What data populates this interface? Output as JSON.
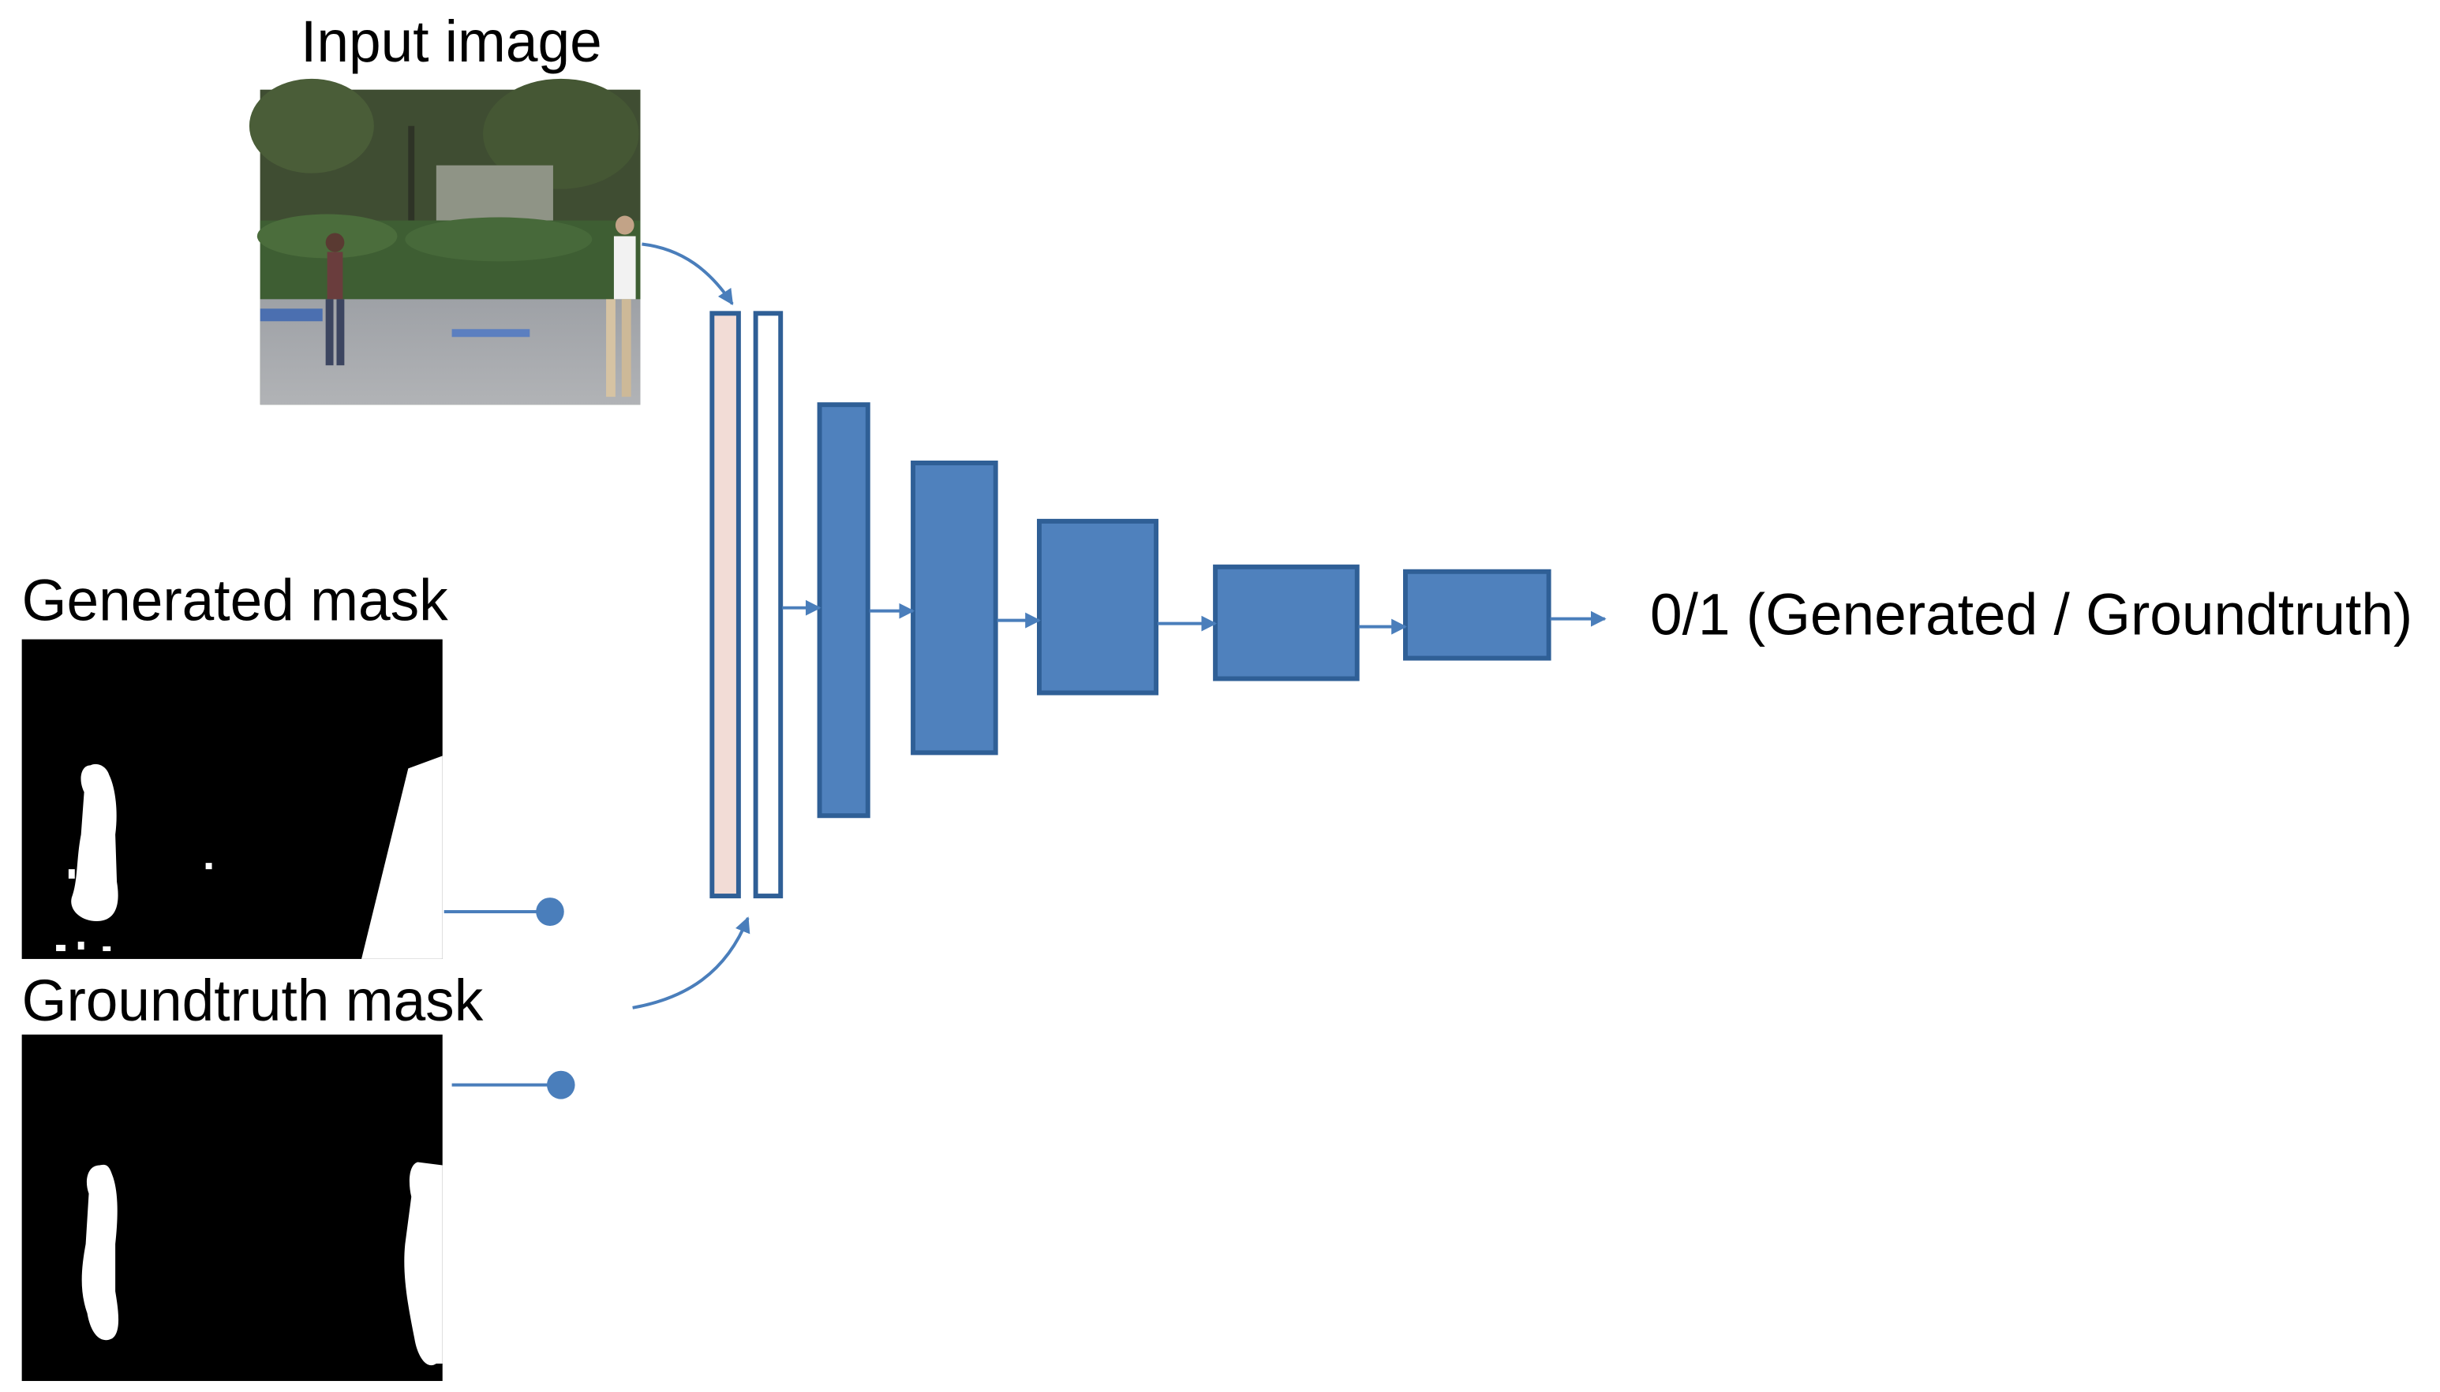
{
  "labels": {
    "input_image": "Input image",
    "generated_mask": "Generated mask",
    "groundtruth_mask": "Groundtruth mask",
    "output": "0/1 (Generated / Groundtruth)"
  },
  "colors": {
    "block_fill": "#4f81bd",
    "block_stroke": "#2f5f96",
    "input_layer_fill": "#f2dcd6",
    "arrow": "#4a7ebb",
    "mask_background": "#000000",
    "mask_foreground": "#ffffff"
  },
  "icons": {
    "input_photo": "street-scene-photo",
    "generated_mask": "binary-silhouette-mask",
    "groundtruth_mask": "binary-silhouette-mask"
  }
}
